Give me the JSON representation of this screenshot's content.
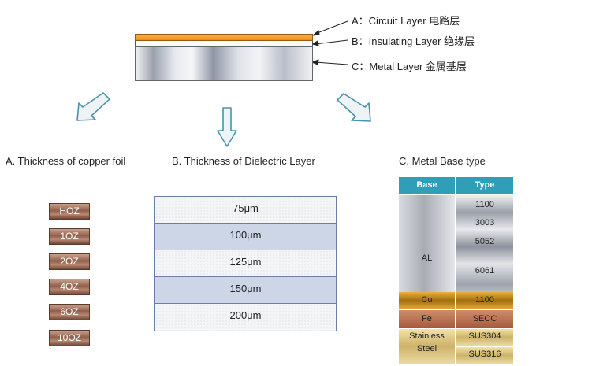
{
  "layers": {
    "a": "A：Circuit Layer 电路层",
    "b": "B：Insulating Layer 绝缘层",
    "c": "C：Metal  Layer 金属基层"
  },
  "sections": {
    "copper_title": "A. Thickness of copper foil",
    "dielectric_title": "B. Thickness of Dielectric Layer",
    "metal_title": "C. Metal Base type"
  },
  "copper_foil": [
    "HOZ",
    "1OZ",
    "2OZ",
    "4OZ",
    "6OZ",
    "10OZ"
  ],
  "dielectric": [
    "75μm",
    "100μm",
    "125μm",
    "150μm",
    "200μm"
  ],
  "metal_base": {
    "headers": {
      "base": "Base",
      "type": "Type"
    },
    "al": {
      "base": "AL",
      "types": [
        "1100",
        "3003",
        "5052",
        "6061"
      ]
    },
    "cu": {
      "base": "Cu",
      "type": "1100"
    },
    "fe": {
      "base": "Fe",
      "type": "SECC"
    },
    "ss": {
      "base_line1": "Stainless",
      "base_line2": "Steel",
      "types": [
        "SUS304",
        "SUS316"
      ]
    }
  }
}
